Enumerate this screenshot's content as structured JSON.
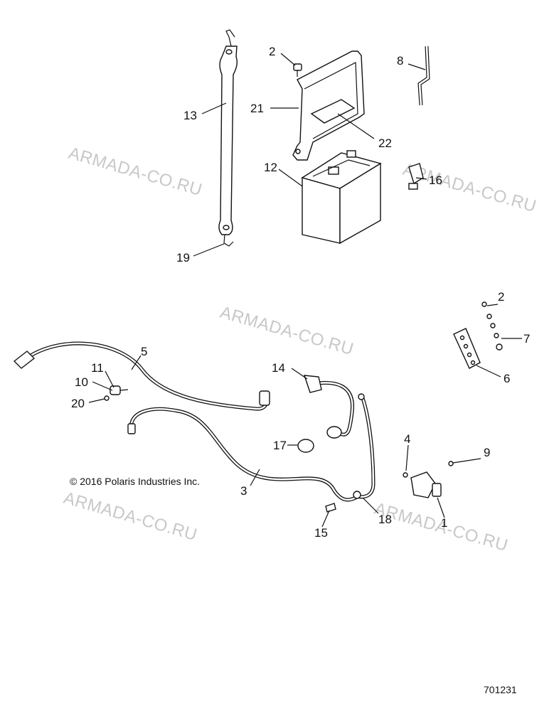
{
  "watermarks": [
    "ARMADA-CO.RU",
    "ARMADA-CO.RU",
    "ARMADA-CO.RU",
    "ARMADA-CO.RU",
    "ARMADA-CO.RU"
  ],
  "callouts": {
    "c1": "1",
    "c2a": "2",
    "c2b": "2",
    "c3": "3",
    "c4": "4",
    "c5": "5",
    "c6": "6",
    "c7": "7",
    "c8": "8",
    "c9": "9",
    "c10": "10",
    "c11": "11",
    "c12": "12",
    "c13": "13",
    "c14": "14",
    "c15": "15",
    "c16": "16",
    "c17": "17",
    "c18": "18",
    "c19": "19",
    "c20": "20",
    "c21": "21",
    "c22": "22"
  },
  "copyright": "© 2016 Polaris Industries Inc.",
  "figure_number": "701231",
  "colors": {
    "line": "#111111",
    "watermark": "#c8c8c8",
    "background": "#ffffff"
  }
}
